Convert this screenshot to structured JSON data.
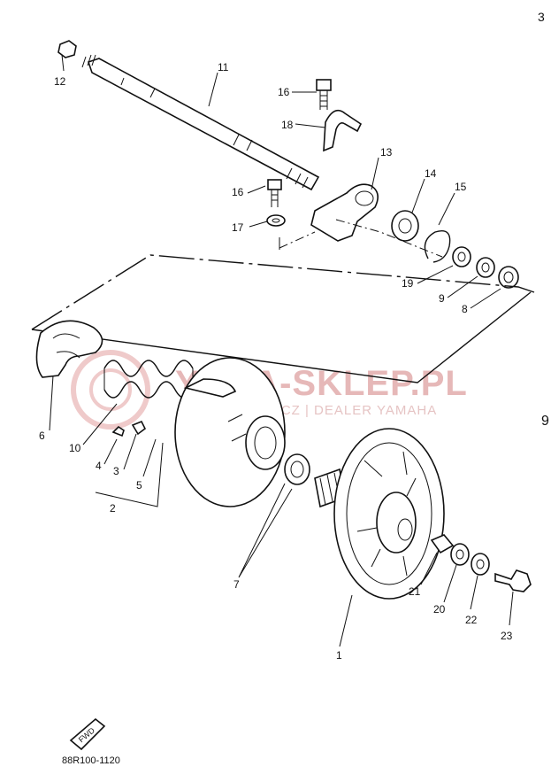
{
  "watermark": {
    "brand": "YAMA-SKLEP.PL",
    "subtitle": "OJCIECHOWICZ | DEALER YAMAHA"
  },
  "drawing_code": "88R100-1120",
  "fwd_badge": "FWD",
  "parts": {
    "p1": "1",
    "p2": "2",
    "p3": "3",
    "p4": "4",
    "p5": "5",
    "p6": "6",
    "p7": "7",
    "p8": "8",
    "p9": "9",
    "p10": "10",
    "p11": "11",
    "p12": "12",
    "p13": "13",
    "p14": "14",
    "p15": "15",
    "p16a": "16",
    "p16b": "16",
    "p17": "17",
    "p18": "18",
    "p19": "19",
    "p20": "20",
    "p21": "21",
    "p22": "22",
    "p23": "23"
  },
  "colors": {
    "ink": "#111111",
    "watermark": "#e6b8b8"
  }
}
